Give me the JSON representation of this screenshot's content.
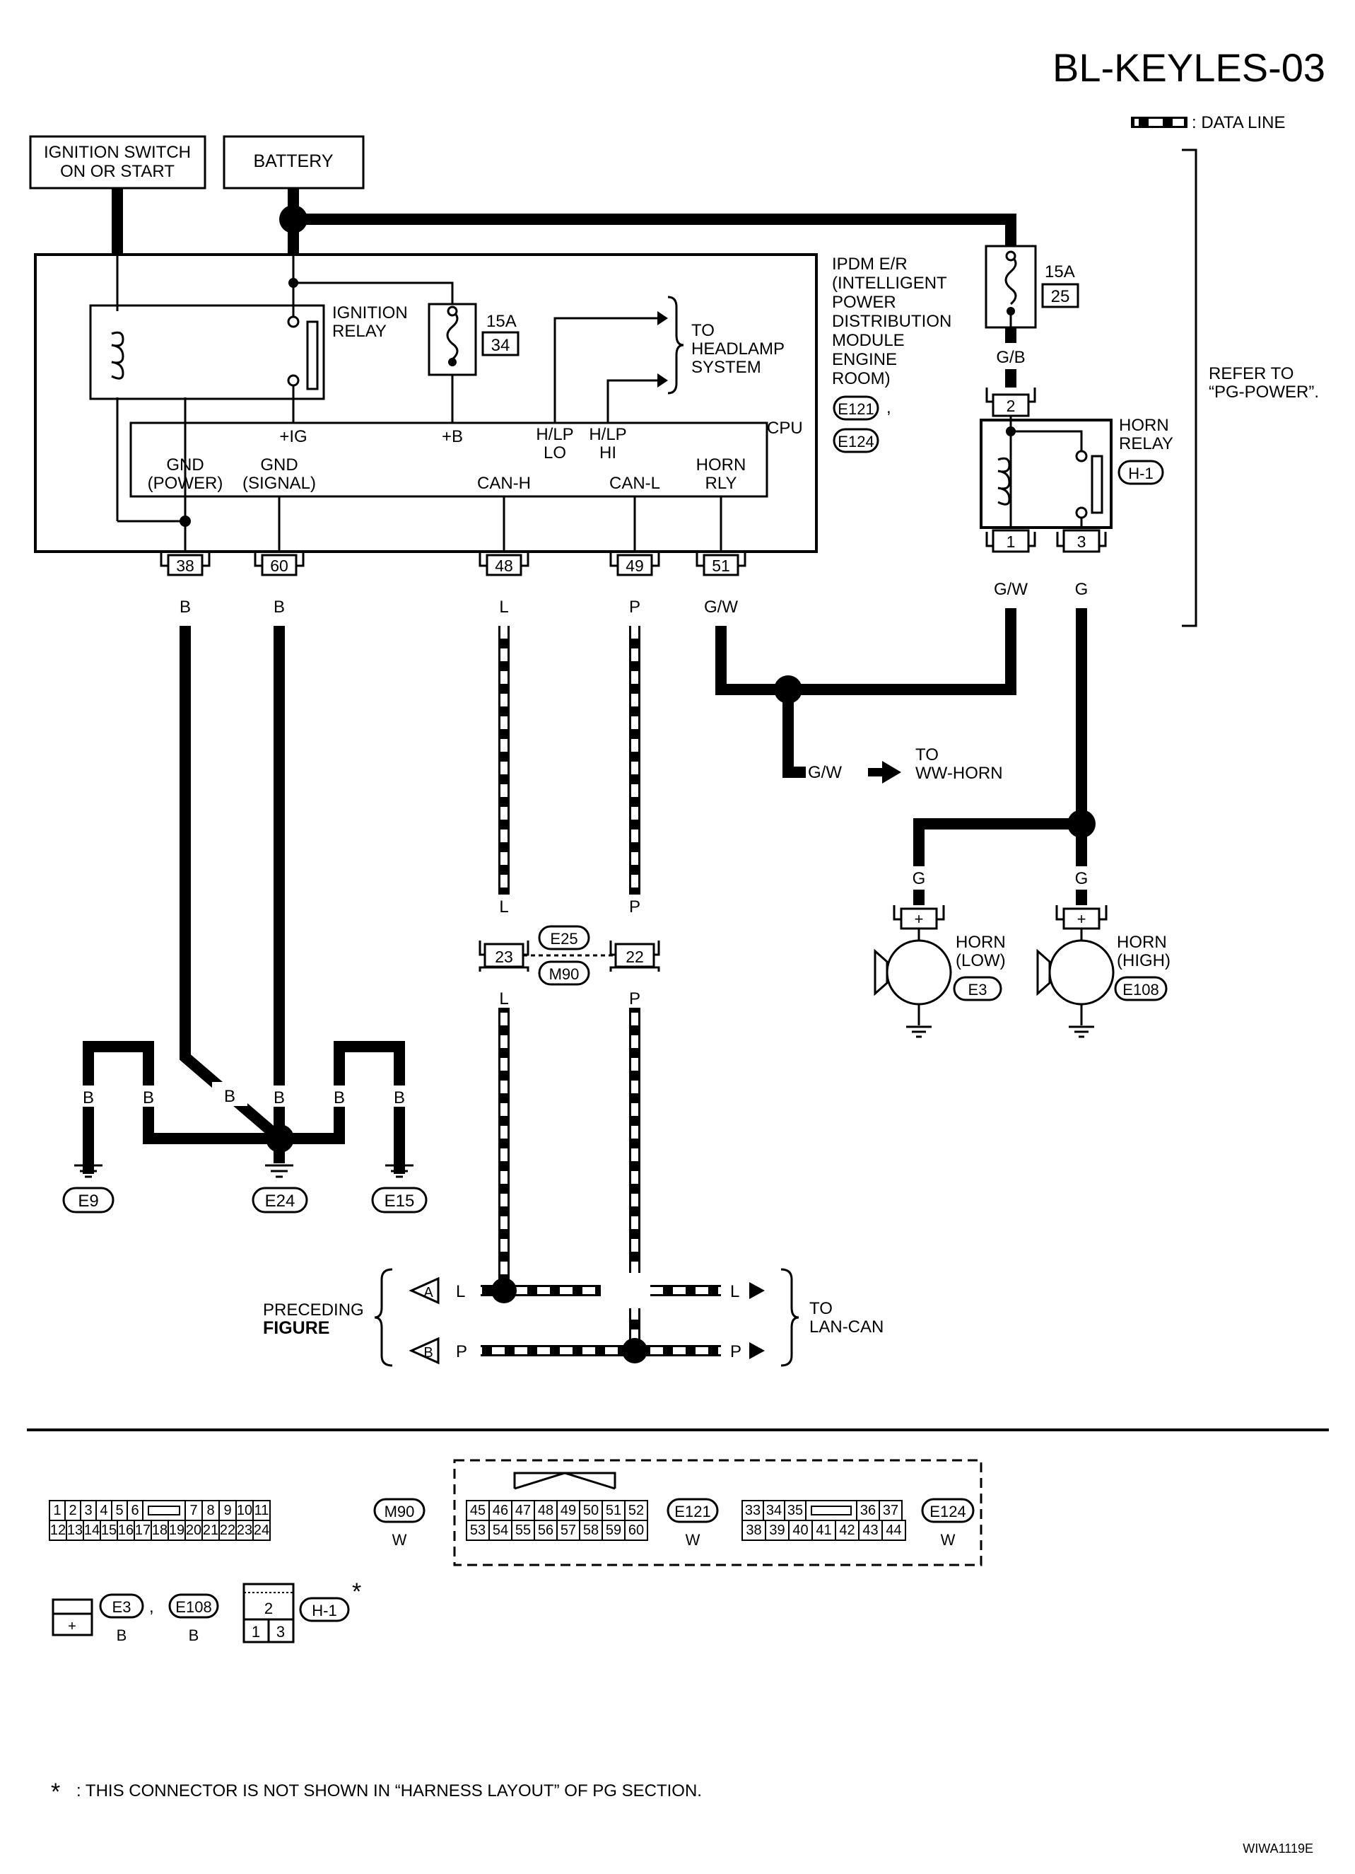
{
  "diagram": {
    "code": "BL-KEYLES-03",
    "legend_label": ": DATA LINE",
    "figure_id": "WIWA1119E",
    "footnote": ": THIS CONNECTOR IS NOT SHOWN IN “HARNESS LAYOUT” OF PG SECTION."
  },
  "sources": {
    "ign_l1": "IGNITION SWITCH",
    "ign_l2": "ON OR START",
    "battery": "BATTERY"
  },
  "ipdm": {
    "l1": "IPDM E/R",
    "l2": "(INTELLIGENT",
    "l3": "POWER",
    "l4": "DISTRIBUTION",
    "l5": "MODULE",
    "l6": "ENGINE",
    "l7": "ROOM)",
    "conn1": "E121",
    "conn2": "E124",
    "comma": ",",
    "relay_l1": "IGNITION",
    "relay_l2": "RELAY",
    "fuse_amp": "15A",
    "fuse_no": "34",
    "cpu": "CPU",
    "hl_l1": "TO",
    "hl_l2": "HEADLAMP",
    "hl_l3": "SYSTEM",
    "t_ig": "+IG",
    "t_b": "+B",
    "t_hlo1": "H/LP",
    "t_hlo2": "LO",
    "t_hhi1": "H/LP",
    "t_hhi2": "HI",
    "t_gndp1": "GND",
    "t_gndp2": "(POWER)",
    "t_gnds1": "GND",
    "t_gnds2": "(SIGNAL)",
    "t_canh": "CAN-H",
    "t_canl": "CAN-L",
    "t_horn1": "HORN",
    "t_horn2": "RLY"
  },
  "pins": {
    "p38": "38",
    "p60": "60",
    "p48": "48",
    "p49": "49",
    "p51": "51",
    "p23": "23",
    "p22": "22",
    "h2": "2",
    "h1": "1",
    "h3": "3"
  },
  "wires": {
    "b": "B",
    "l": "L",
    "p": "P",
    "gw": "G/W",
    "g": "G",
    "gb": "G/B"
  },
  "horn_relay": {
    "fuse_amp": "15A",
    "fuse_no": "25",
    "l1": "HORN",
    "l2": "RELAY",
    "conn": "H-1"
  },
  "refer": {
    "l1": "REFER TO",
    "l2": "“PG-POWER”."
  },
  "ww_horn": {
    "l1": "TO",
    "l2": "WW-HORN"
  },
  "horns": {
    "low_l1": "HORN",
    "low_l2": "(LOW)",
    "low_conn": "E3",
    "high_l1": "HORN",
    "high_l2": "(HIGH)",
    "high_conn": "E108",
    "plus": "+"
  },
  "joint": {
    "c1": "E25",
    "c2": "M90"
  },
  "grounds": {
    "g1": "E9",
    "g2": "E24",
    "g3": "E15"
  },
  "lan": {
    "prec_l1": "PRECEDING",
    "prec_l2": "FIGURE",
    "a": "A",
    "b": "B",
    "to_l1": "TO",
    "to_l2": "LAN-CAN"
  },
  "connectors": {
    "m90_top": [
      "1",
      "2",
      "3",
      "4",
      "5",
      "6",
      "",
      "7",
      "8",
      "9",
      "10",
      "11"
    ],
    "m90_bot": [
      "12",
      "13",
      "14",
      "15",
      "16",
      "17",
      "18",
      "19",
      "20",
      "21",
      "22",
      "23",
      "24"
    ],
    "m90": "M90",
    "w": "W",
    "e121_top": [
      "45",
      "46",
      "47",
      "48",
      "49",
      "50",
      "51",
      "52"
    ],
    "e121_bot": [
      "53",
      "54",
      "55",
      "56",
      "57",
      "58",
      "59",
      "60"
    ],
    "e121": "E121",
    "e124_top": [
      "33",
      "34",
      "35",
      "",
      "36",
      "37"
    ],
    "e124_bot": [
      "38",
      "39",
      "40",
      "41",
      "42",
      "43",
      "44"
    ],
    "e124": "E124",
    "e3": "E3",
    "e108": "E108",
    "b": "B",
    "plus": "+",
    "h1": "H-1",
    "h_top": "2",
    "h_b1": "1",
    "h_b2": "3",
    "comma": ",",
    "star": "*"
  }
}
